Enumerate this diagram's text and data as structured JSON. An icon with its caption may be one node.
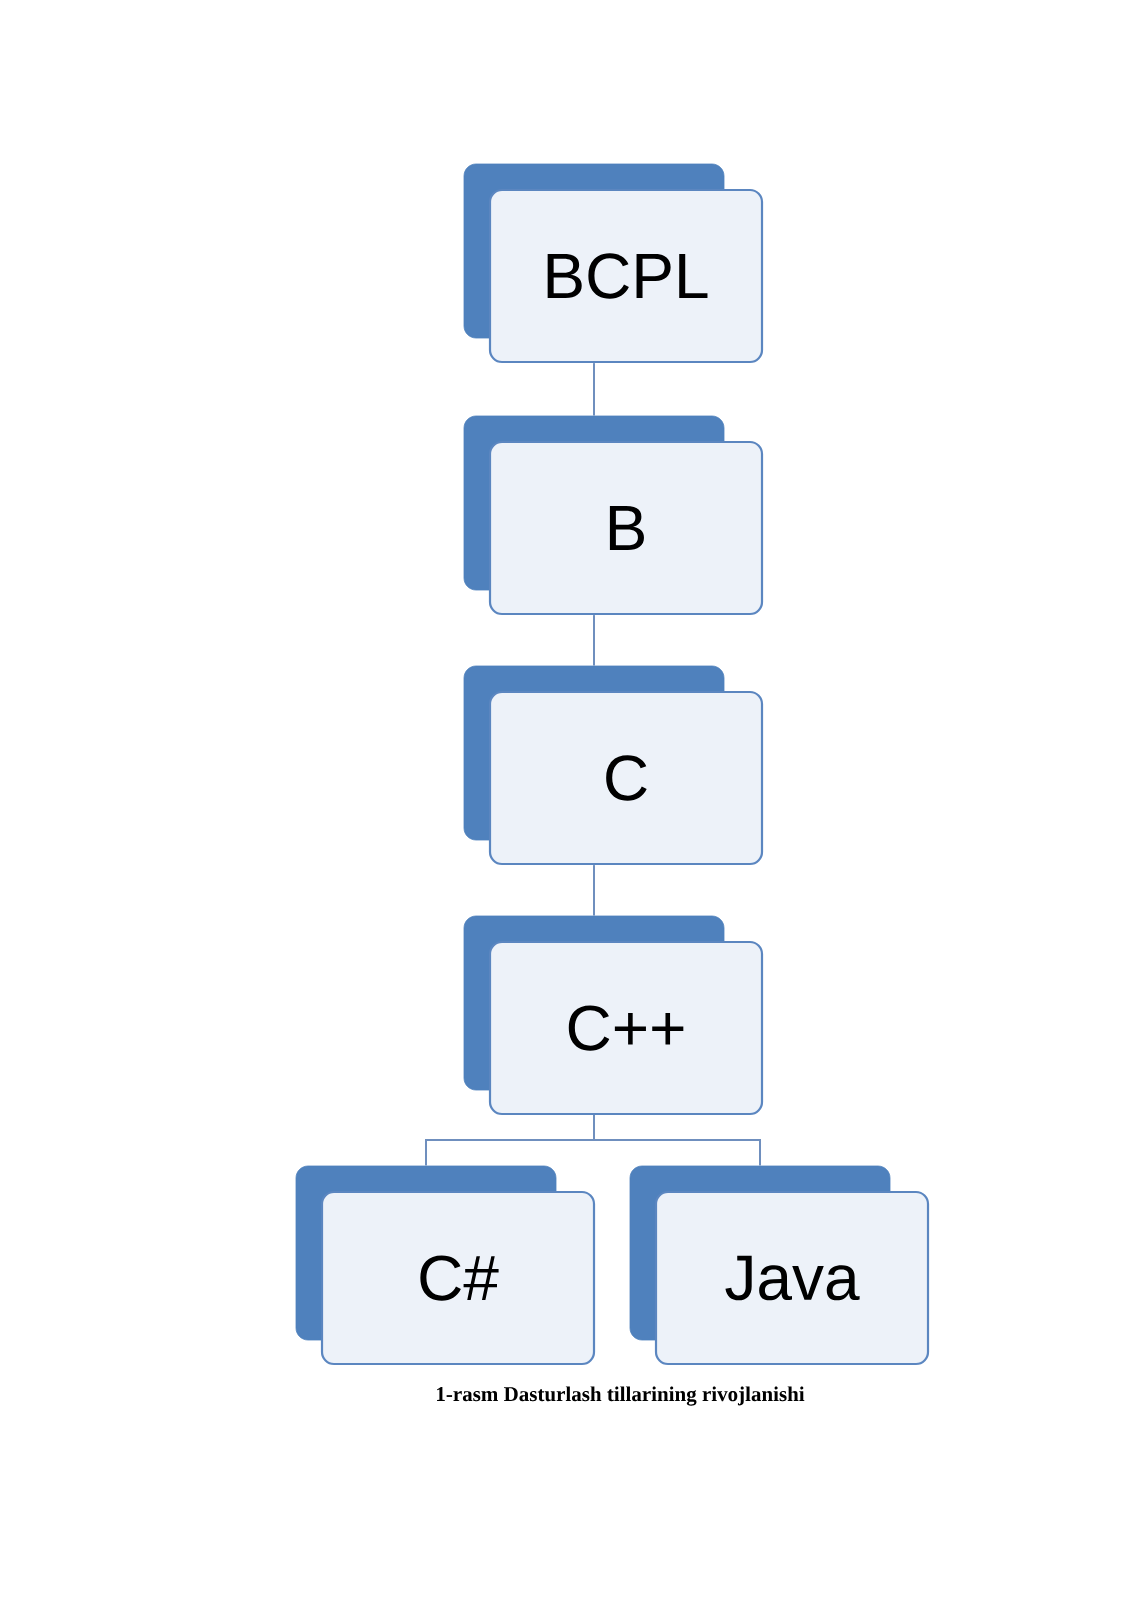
{
  "diagram": {
    "caption": "1-rasm Dasturlash tillarining rivojlanishi",
    "nodes": [
      {
        "text": [
          "BCPL"
        ]
      },
      {
        "text": [
          "B"
        ]
      },
      {
        "text": [
          "C"
        ]
      },
      {
        "text": [
          "C++"
        ]
      },
      {
        "text": [
          "C#"
        ]
      },
      {
        "text": [
          "Java"
        ]
      }
    ],
    "edges": [
      {
        "from": 0,
        "to": 1,
        "arrow": "none"
      },
      {
        "from": 1,
        "to": 2,
        "arrow": "none"
      },
      {
        "from": 2,
        "to": 3,
        "arrow": "none"
      },
      {
        "from": 3,
        "to": 4,
        "arrow": "none"
      },
      {
        "from": 3,
        "to": 5,
        "arrow": "none"
      }
    ]
  }
}
